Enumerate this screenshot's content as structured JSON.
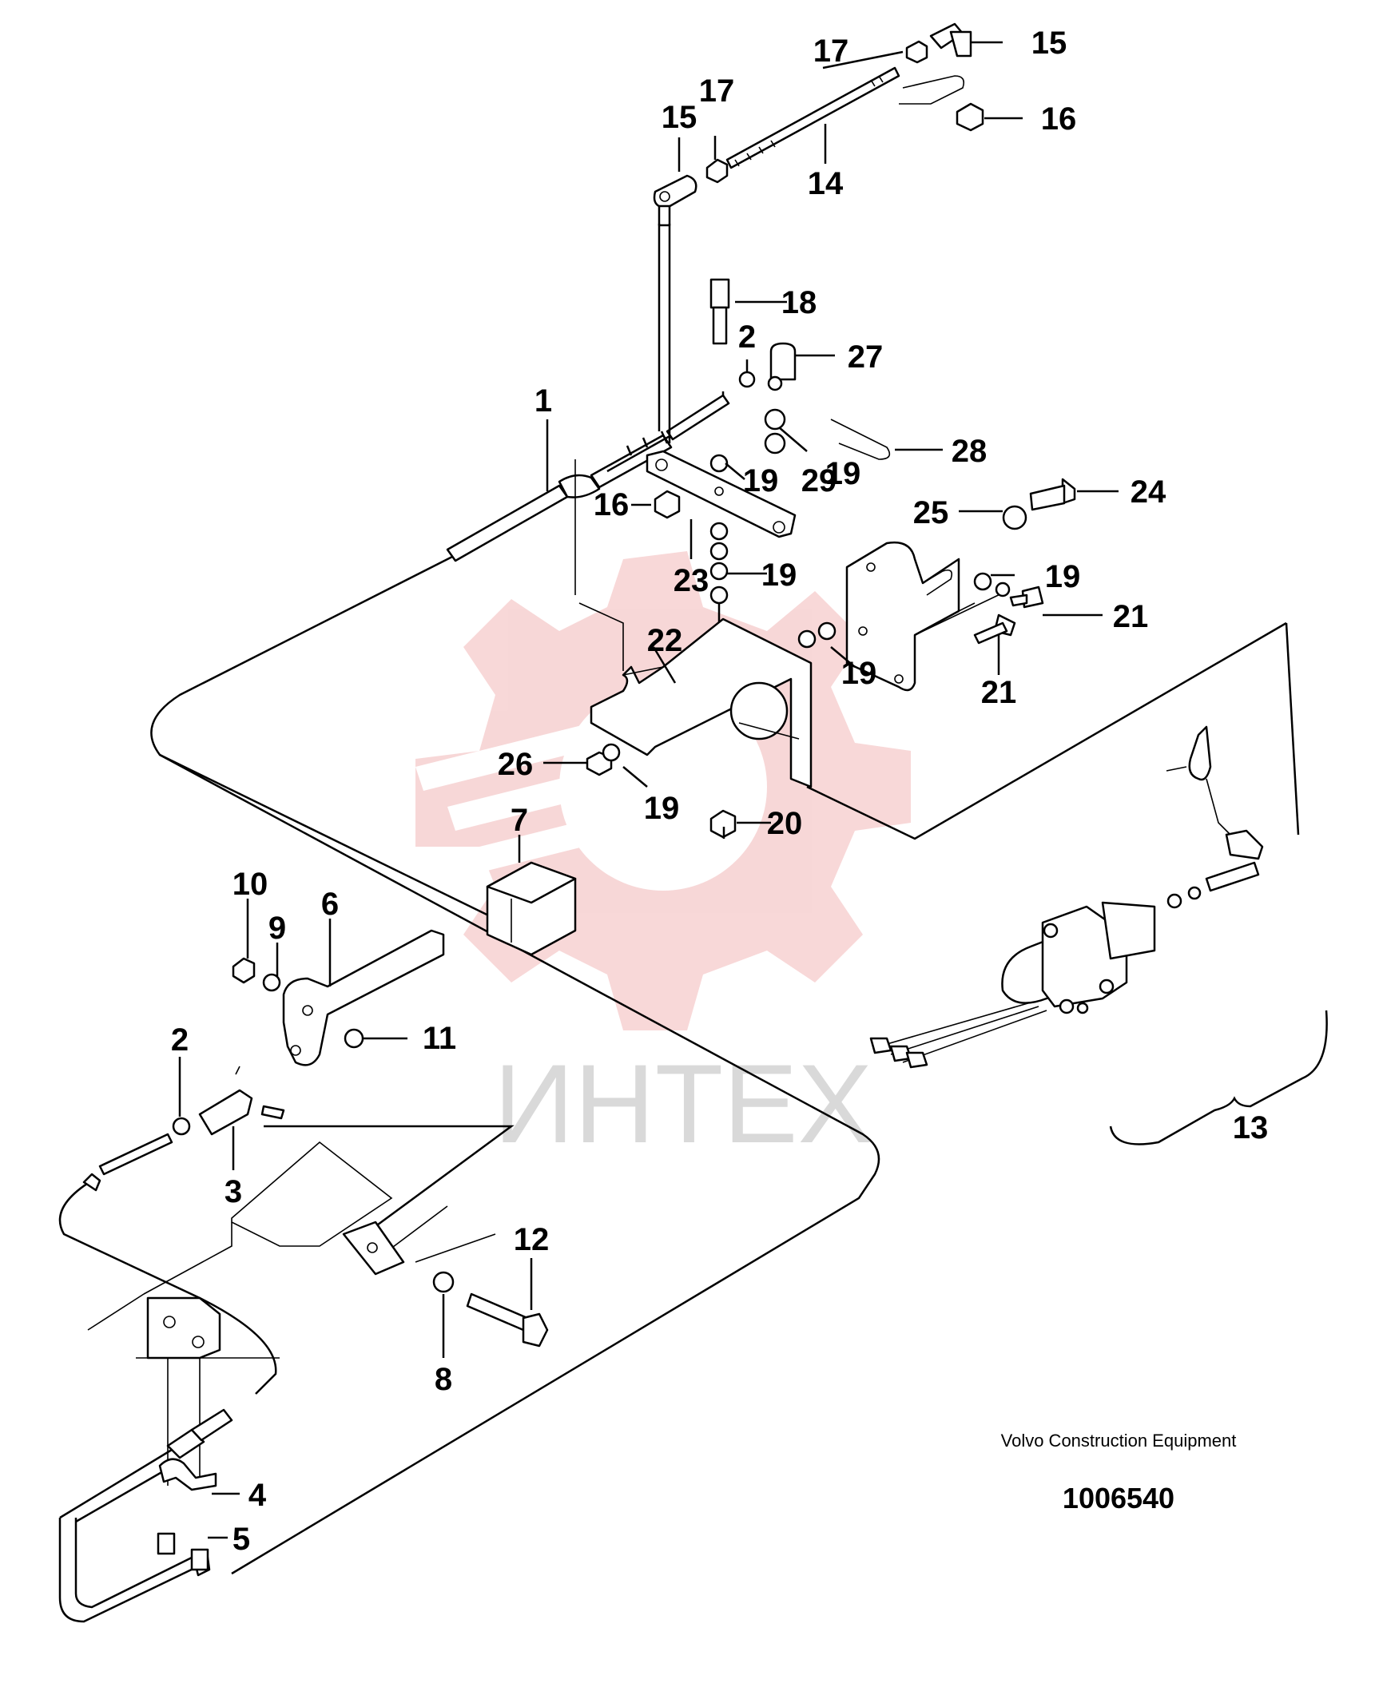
{
  "diagram": {
    "watermark_text": "ИНТЕХ",
    "footer": {
      "maker": "Volvo Construction Equipment",
      "ref_number": "1006540"
    },
    "callouts": [
      "1",
      "2",
      "2",
      "3",
      "4",
      "5",
      "6",
      "7",
      "8",
      "9",
      "10",
      "11",
      "12",
      "13",
      "14",
      "15",
      "15",
      "16",
      "16",
      "17",
      "17",
      "18",
      "19",
      "19",
      "19",
      "19",
      "19",
      "19",
      "20",
      "21",
      "21",
      "22",
      "23",
      "24",
      "25",
      "26",
      "27",
      "28",
      "29"
    ]
  },
  "colors": {
    "line": "#000000",
    "watermark": "#f2b8b8",
    "watermark_text": "#d9d9d9",
    "background": "#ffffff"
  },
  "icons": {
    "parts": "engine-stop-cable-bracket-assembly"
  }
}
